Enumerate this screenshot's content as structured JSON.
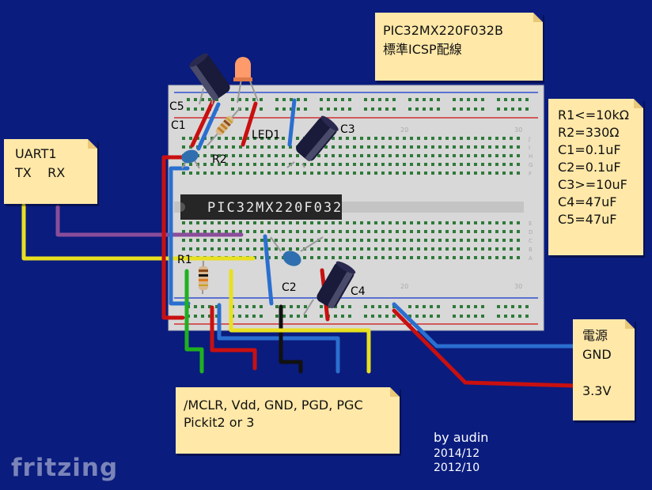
{
  "notes": {
    "title": {
      "line1": "PIC32MX220F032B",
      "line2": "標準ICSP配線"
    },
    "uart": {
      "line1": "UART1",
      "line2": "TX    RX"
    },
    "components": {
      "lines": [
        "R1<=10kΩ",
        "R2=330Ω",
        "C1=0.1uF",
        "C2=0.1uF",
        "C3>=10uF",
        "C4=47uF",
        "C5=47uF"
      ]
    },
    "power": {
      "line1": "電源",
      "line2": "GND",
      "line3": "3.3V"
    },
    "pickit": {
      "line1": "/MCLR, Vdd, GND, PGD, PGC",
      "line2": "Pickit2 or 3"
    }
  },
  "chip_label": "PIC32MX220F032",
  "part_labels": {
    "c5": "C5",
    "c1": "C1",
    "r2": "R2",
    "led1": "LED1",
    "c3": "C3",
    "r1": "R1",
    "c2": "C2",
    "c4": "C4"
  },
  "breadboard": {
    "col_mark_20": "20",
    "col_mark_30": "30",
    "row_letters": [
      "J",
      "I",
      "H",
      "G",
      "F",
      "E",
      "D",
      "C",
      "B",
      "A"
    ]
  },
  "credit": {
    "author": "by audin",
    "date1": "2014/12",
    "date2": "2012/10"
  },
  "logo": "fritzing",
  "colors": {
    "background": "#0a1c7e",
    "note": "#ffe8a8",
    "wire_red": "#c81010",
    "wire_blue": "#2a6fd0",
    "wire_yellow": "#e8e020",
    "wire_green": "#20b020",
    "wire_black": "#111111",
    "wire_purple": "#8a4d9a"
  }
}
